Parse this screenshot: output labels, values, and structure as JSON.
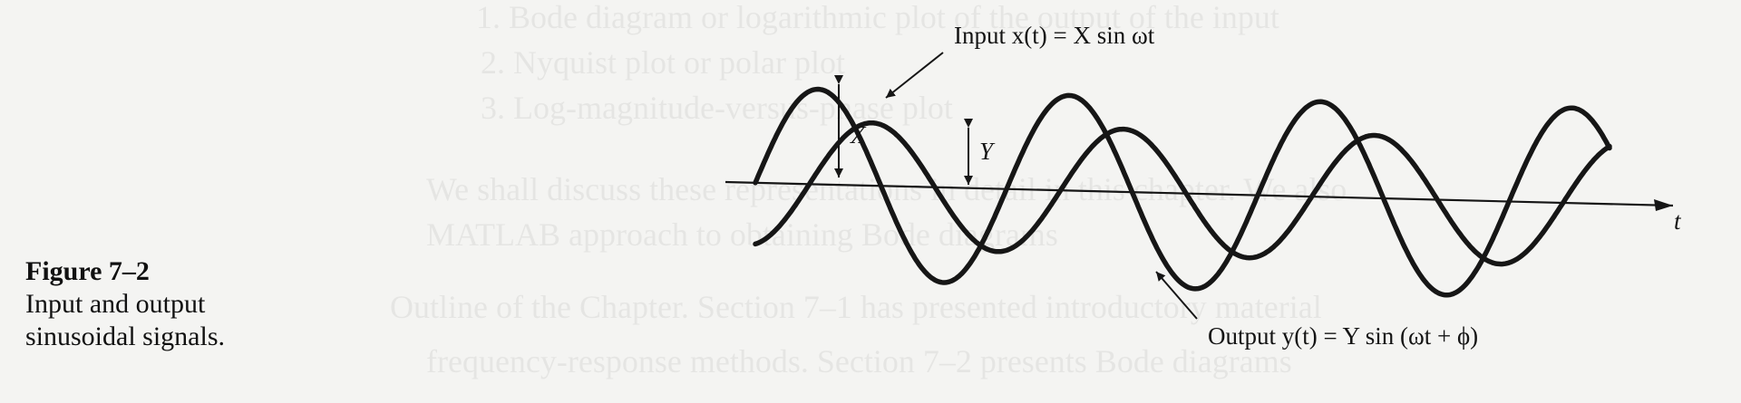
{
  "caption": {
    "figure_label": "Figure 7–2",
    "text": "Input and output sinusoidal signals."
  },
  "figure": {
    "input_label": "Input x(t) = X sin ωt",
    "output_label": "Output y(t) = Y sin (ωt + ϕ)",
    "input_amplitude_label": "X",
    "output_amplitude_label": "Y",
    "time_axis_label": "t"
  },
  "signals": {
    "input": {
      "amplitude": 1.0,
      "phase_rad": 0,
      "periods_shown": 3.4
    },
    "output": {
      "amplitude": 0.66,
      "phase_rad": -1.35,
      "periods_shown": 3.4
    }
  },
  "bleed_text": [
    "1. Bode diagram or logarithmic plot of the output of the input",
    "2. Nyquist plot or polar plot",
    "3. Log-magnitude-versus-phase plot",
    "We shall discuss these representations in detail in this chapter. We also",
    "MATLAB approach to obtaining Bode diagrams",
    "frequency-response methods. Section 7–2 presents Bode diagrams",
    "Outline of the Chapter. Section 7–1 has presented introductory material"
  ]
}
